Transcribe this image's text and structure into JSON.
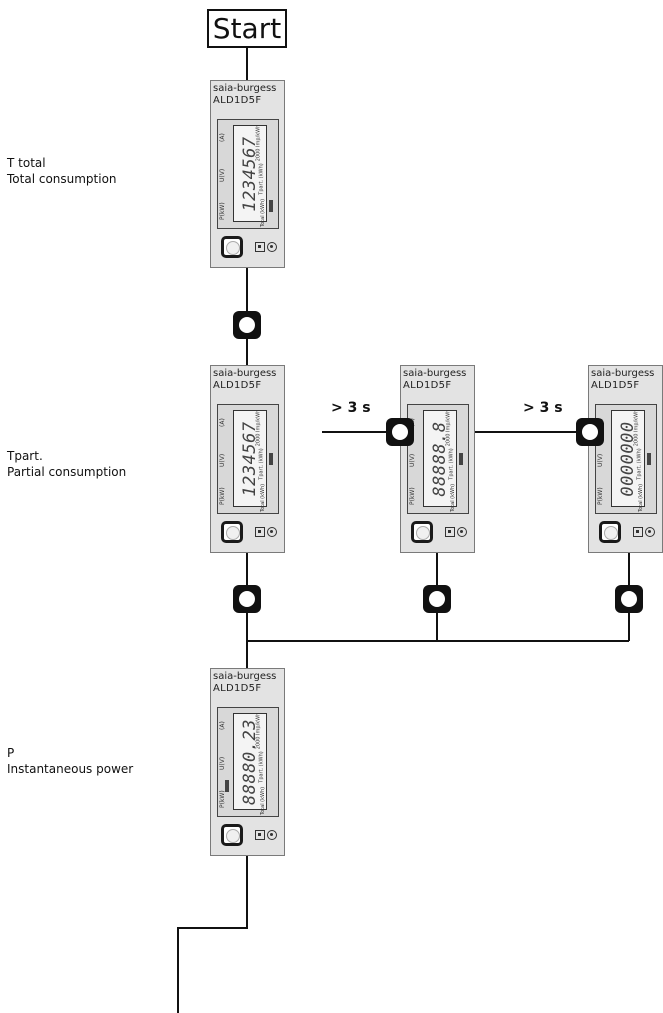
{
  "start": {
    "label": "Start"
  },
  "labels": {
    "total": {
      "line1": "T total",
      "line2": "Total consumption"
    },
    "partial": {
      "line1": "Tpart.",
      "line2": "Partial consumption"
    },
    "power": {
      "line1": "P",
      "line2": "Instantaneous power"
    }
  },
  "hold_label": "> 3 s",
  "meter": {
    "brand": "saia-burgess",
    "model": "ALD1D5F",
    "left_labels": {
      "a": "(A)",
      "u": "U(V)",
      "p": "P(kW)"
    },
    "right_labels": {
      "imp": "2000 Imp/kWh",
      "tpart": "Tpart. (kWh)",
      "total": "Total (kWh)"
    }
  },
  "meters": [
    {
      "id": "total",
      "display": "1234567"
    },
    {
      "id": "partial",
      "display": "1234567"
    },
    {
      "id": "reset",
      "display": "88888.8"
    },
    {
      "id": "reset-done",
      "display": "0000000"
    },
    {
      "id": "power",
      "display": "88880.23"
    }
  ],
  "icons": {
    "button": "push-button-icon",
    "reset": "reset-icon",
    "led": "led-icon"
  }
}
